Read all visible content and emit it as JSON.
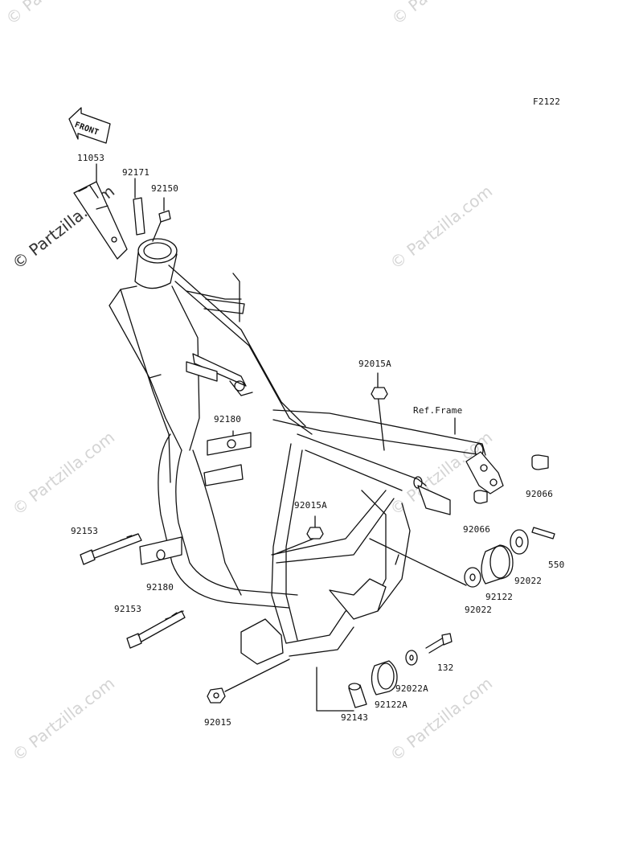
{
  "figure_code": "F2122",
  "front_label": "FRONT",
  "ref_label": "Ref.Frame",
  "watermark": "© Partzilla.com",
  "parts": [
    {
      "id": "p11053",
      "number": "11053"
    },
    {
      "id": "p92171",
      "number": "92171"
    },
    {
      "id": "p92150",
      "number": "92150"
    },
    {
      "id": "p92015A_a",
      "number": "92015A"
    },
    {
      "id": "p92180_a",
      "number": "92180"
    },
    {
      "id": "p92015A_b",
      "number": "92015A"
    },
    {
      "id": "p92066_a",
      "number": "92066"
    },
    {
      "id": "p92066_b",
      "number": "92066"
    },
    {
      "id": "p92153_a",
      "number": "92153"
    },
    {
      "id": "p92180_b",
      "number": "92180"
    },
    {
      "id": "p550",
      "number": "550"
    },
    {
      "id": "p92022_a",
      "number": "92022"
    },
    {
      "id": "p92122",
      "number": "92122"
    },
    {
      "id": "p92022_b",
      "number": "92022"
    },
    {
      "id": "p92153_b",
      "number": "92153"
    },
    {
      "id": "p132",
      "number": "132"
    },
    {
      "id": "p92022A",
      "number": "92022A"
    },
    {
      "id": "p92122A",
      "number": "92122A"
    },
    {
      "id": "p92143",
      "number": "92143"
    },
    {
      "id": "p92015",
      "number": "92015"
    }
  ]
}
